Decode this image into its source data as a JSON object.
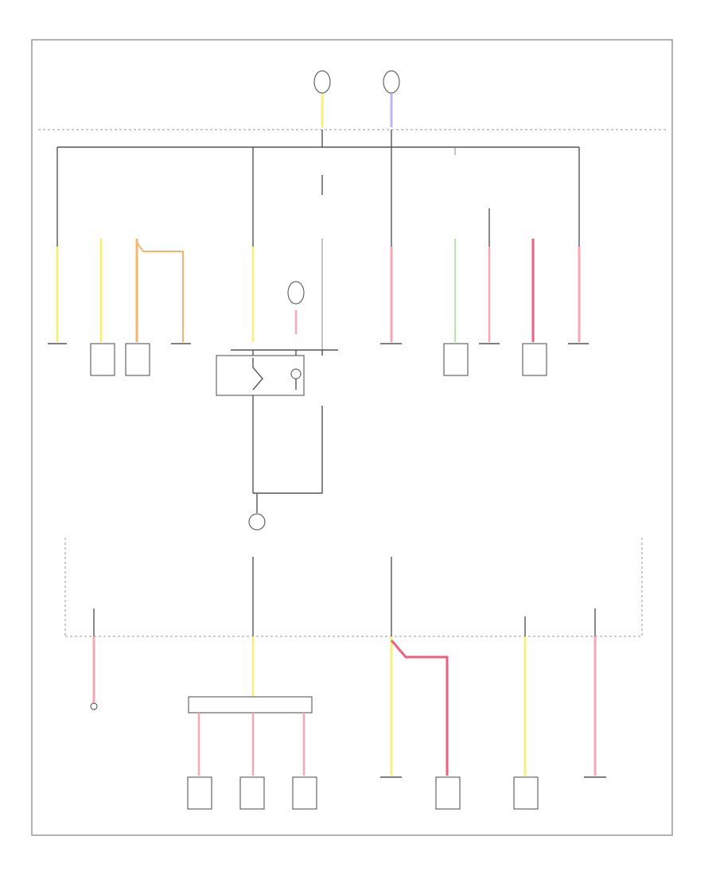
{
  "diagram": {
    "colors": {
      "yellow": "#f5f07a",
      "orange": "#f7b46c",
      "pink": "#f7a8b4",
      "red": "#f06080",
      "green": "#b8e8a8",
      "blue": "#b8b8f4",
      "line": "#555555"
    },
    "components": [
      {
        "id": "c1"
      },
      {
        "id": "c2"
      },
      {
        "id": "c3"
      },
      {
        "id": "c4"
      },
      {
        "id": "c5"
      },
      {
        "id": "c6"
      },
      {
        "id": "c7"
      },
      {
        "id": "c8"
      },
      {
        "id": "c9"
      },
      {
        "id": "c10"
      },
      {
        "id": "c11"
      },
      {
        "id": "c12"
      },
      {
        "id": "c13"
      },
      {
        "id": "c14"
      },
      {
        "id": "c15"
      },
      {
        "id": "c16"
      }
    ]
  }
}
